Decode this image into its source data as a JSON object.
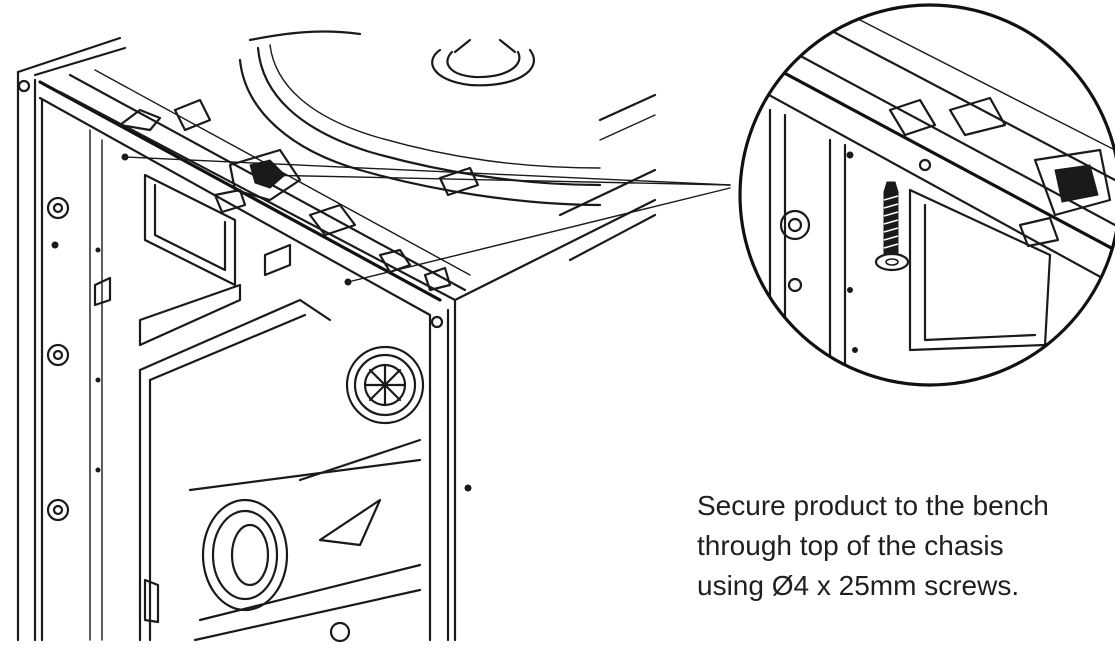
{
  "caption": {
    "lines": [
      "Secure product to the bench",
      "through top of the chasis",
      "using Ø4 x 25mm screws."
    ]
  },
  "colors": {
    "line": "#1a1a1a",
    "background": "#ffffff",
    "text": "#1f1f1f"
  },
  "icons": {
    "screw": "screw-icon",
    "zoom_callout": "magnifier-callout"
  }
}
